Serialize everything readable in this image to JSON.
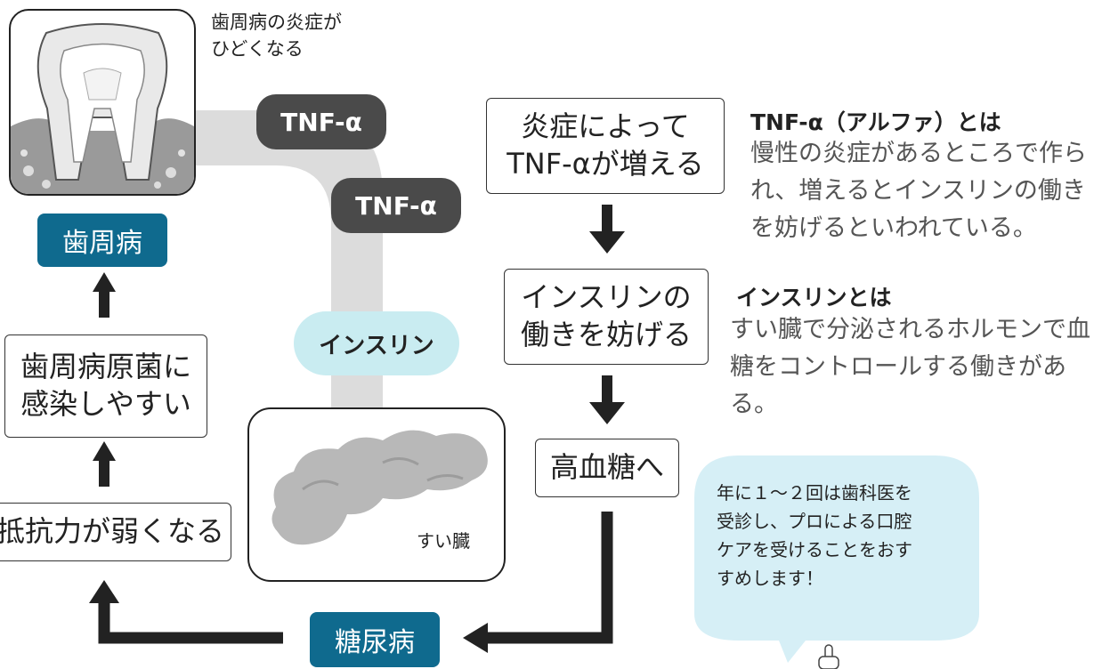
{
  "tooth": {
    "caption": "歯周病の炎症が\nひどくなる"
  },
  "left_column": {
    "periodontal_label": "歯周病",
    "infection_box": "歯周病原菌に\n感染しやすい",
    "resistance_box": "抵抗力が弱くなる"
  },
  "pipe": {
    "tnf_1": "TNF-α",
    "tnf_2": "TNF-α",
    "insulin_badge": "インスリン"
  },
  "pancreas": {
    "caption": "すい臓"
  },
  "right_flow": {
    "step1": "炎症によって\nTNF-αが増える",
    "step2": "インスリンの\n働きを妨げる",
    "step3": "高血糖へ"
  },
  "bottom": {
    "diabetes_label": "糖尿病"
  },
  "definitions": {
    "tnf_title": "TNF-α（アルファ）とは",
    "tnf_body": "慢性の炎症があるところで作ら\nれ、増えるとインスリンの働き\nを妨げるといわれている。",
    "insulin_title": "インスリンとは",
    "insulin_body": "すい臓で分泌されるホルモンで血\n糖をコントロールする働きがある。"
  },
  "speech_bubble": {
    "text": "年に１〜２回は歯科医を\n受診し、プロによる口腔\nケアを受けることをおす\nすめします！"
  },
  "colors": {
    "blue_label": "#0f6a8e",
    "tnf_badge": "#4a4a4a",
    "insulin_badge": "#c9ecf1",
    "pipe": "#dcdcdc",
    "bubble": "#d6eff6",
    "arrow": "#222222"
  }
}
